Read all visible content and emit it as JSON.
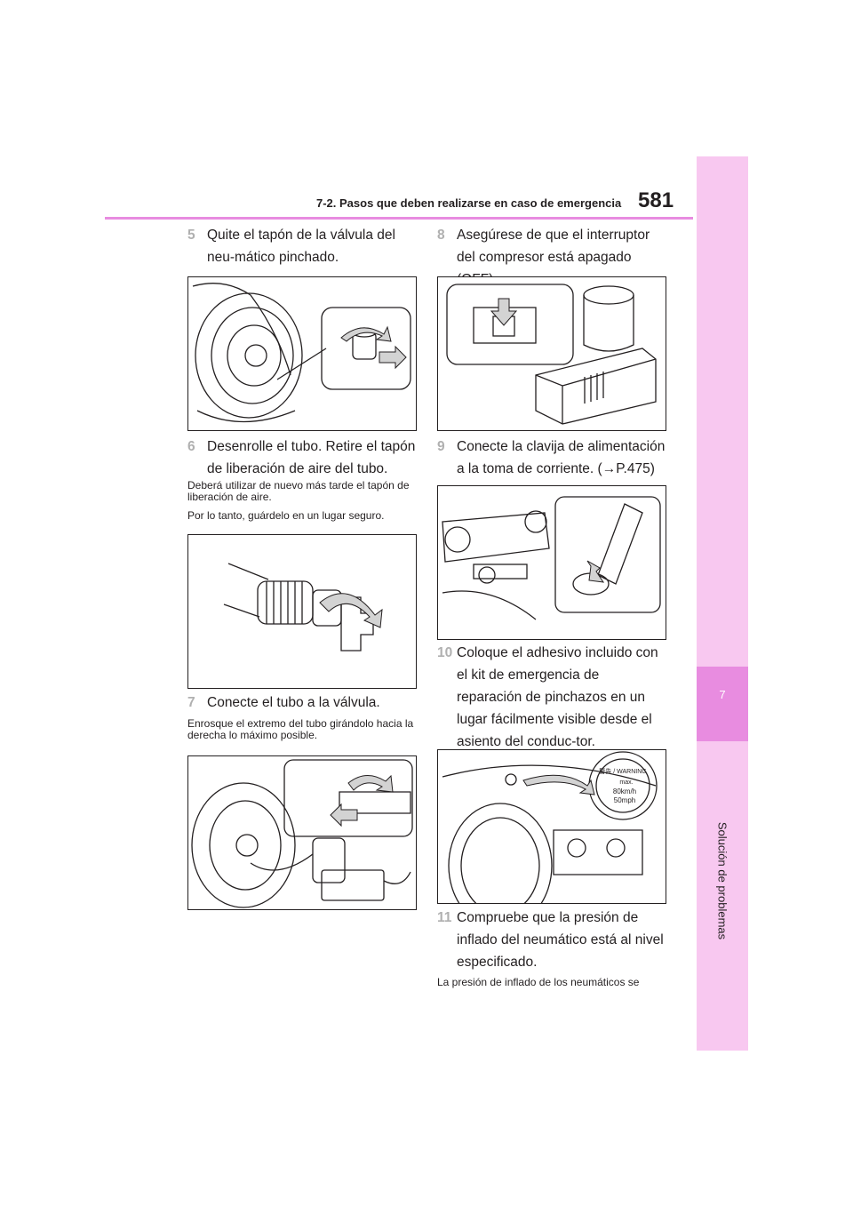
{
  "header": {
    "section_title": "7-2. Pasos que deben realizarse en caso de emergencia",
    "page_number": "581"
  },
  "sidebar": {
    "chapter_number": "7",
    "chapter_title": "Solución de problemas"
  },
  "steps": {
    "s5": {
      "num": "5",
      "text": "Quite el tapón de la válvula del neu-mático pinchado."
    },
    "s6": {
      "num": "6",
      "text": "Desenrolle el tubo. Retire el tapón de liberación de aire del tubo."
    },
    "s6_note1": "Deberá utilizar de nuevo más tarde el tapón de liberación de aire.",
    "s6_note2": "Por lo tanto, guárdelo en un lugar seguro.",
    "s7": {
      "num": "7",
      "text": "Conecte el tubo a la válvula."
    },
    "s7_note": "Enrosque el extremo del tubo girándolo hacia la derecha lo máximo posible.",
    "s8": {
      "num": "8",
      "text": "Asegúrese de que el interruptor del compresor está apagado (OFF)."
    },
    "s9": {
      "num": "9",
      "text": "Conecte la clavija de alimentación a la toma de corriente. (→P.475)"
    },
    "s10": {
      "num": "10",
      "text": "Coloque el adhesivo incluido con el kit de emergencia de reparación de pinchazos en un lugar fácilmente visible desde el asiento del conduc-tor."
    },
    "s11": {
      "num": "11",
      "text": "Compruebe que la presión de inflado del neumático está al nivel especificado."
    },
    "s11_note": "La presión de inflado de los neumáticos se"
  },
  "sticker": {
    "warning": "警告 / WARNING",
    "max": "max.",
    "kmh": "80km/h",
    "mph": "50mph"
  }
}
